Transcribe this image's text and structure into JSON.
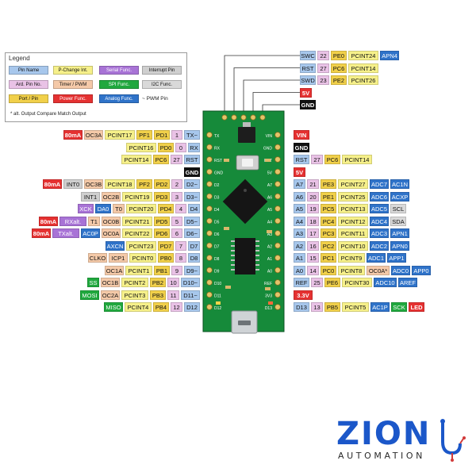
{
  "colors": {
    "pin_name": "#a7c7ec",
    "pin_change": "#f6f08a",
    "serial": "#a873d6",
    "interrupt": "#cfcfcf",
    "ard_pin": "#e9c2e6",
    "timer": "#f4c9a8",
    "spi": "#20a83e",
    "i2c": "#d9d9d9",
    "port": "#f1d04a",
    "power": "#e53131",
    "analog": "#2f73c9",
    "gnd": "#111111",
    "board_green": "#168a3a",
    "logo_blue": "#1b57c9"
  },
  "legend": {
    "title": "Legend",
    "note": "* alt. Output Compare Match Output",
    "items": [
      {
        "label": "Pin Name",
        "kind": "pin_name"
      },
      {
        "label": "P-Change Int.",
        "kind": "pin_change"
      },
      {
        "label": "Serial Func.",
        "kind": "serial"
      },
      {
        "label": "Interrupt Pin",
        "kind": "interrupt"
      },
      {
        "label": "Ard. Pin No.",
        "kind": "ard_pin"
      },
      {
        "label": "Timer / PWM",
        "kind": "timer"
      },
      {
        "label": "SPI Func.",
        "kind": "spi"
      },
      {
        "label": "I2C Func.",
        "kind": "i2c"
      },
      {
        "label": "Port / Pin",
        "kind": "port"
      },
      {
        "label": "Power Func.",
        "kind": "power"
      },
      {
        "label": "Analog Func.",
        "kind": "analog"
      },
      {
        "label": "~ PWM Pin",
        "kind": "text"
      }
    ]
  },
  "top_rows": [
    [
      {
        "t": "SWC",
        "k": "pin_name"
      },
      {
        "t": "22",
        "k": "ard_pin"
      },
      {
        "t": "PE0",
        "k": "port"
      },
      {
        "t": "PCINT24",
        "k": "pin_change"
      },
      {
        "t": "APN4",
        "k": "analog"
      }
    ],
    [
      {
        "t": "RST",
        "k": "pin_name"
      },
      {
        "t": "27",
        "k": "ard_pin"
      },
      {
        "t": "PC6",
        "k": "port"
      },
      {
        "t": "PCINT14",
        "k": "pin_change"
      }
    ],
    [
      {
        "t": "SWD",
        "k": "pin_name"
      },
      {
        "t": "23",
        "k": "ard_pin"
      },
      {
        "t": "PE2",
        "k": "port"
      },
      {
        "t": "PCINT26",
        "k": "pin_change"
      }
    ],
    [
      {
        "t": "5V",
        "k": "power"
      }
    ],
    [
      {
        "t": "GND",
        "k": "gnd"
      }
    ]
  ],
  "left_rows": [
    [
      {
        "t": "80mA",
        "k": "power"
      },
      {
        "t": "OC3A",
        "k": "timer"
      },
      {
        "t": "PCINT17",
        "k": "pin_change"
      },
      {
        "t": "PF1",
        "k": "port"
      },
      {
        "t": "PD1",
        "k": "port"
      },
      {
        "t": "1",
        "k": "ard_pin"
      },
      {
        "t": "TX~",
        "k": "pin_name"
      }
    ],
    [
      {
        "t": "PCINT16",
        "k": "pin_change"
      },
      {
        "t": "PD0",
        "k": "port"
      },
      {
        "t": "0",
        "k": "ard_pin"
      },
      {
        "t": "RX",
        "k": "pin_name"
      }
    ],
    [
      {
        "t": "PCINT14",
        "k": "pin_change"
      },
      {
        "t": "PC6",
        "k": "port"
      },
      {
        "t": "27",
        "k": "ard_pin"
      },
      {
        "t": "RST",
        "k": "pin_name"
      }
    ],
    [
      {
        "t": "GND",
        "k": "gnd"
      }
    ],
    [
      {
        "t": "80mA",
        "k": "power"
      },
      {
        "t": "INT0",
        "k": "interrupt"
      },
      {
        "t": "OC3B",
        "k": "timer"
      },
      {
        "t": "PCINT18",
        "k": "pin_change"
      },
      {
        "t": "PF2",
        "k": "port"
      },
      {
        "t": "PD2",
        "k": "port"
      },
      {
        "t": "2",
        "k": "ard_pin"
      },
      {
        "t": "D2~",
        "k": "pin_name"
      }
    ],
    [
      {
        "t": "INT1",
        "k": "interrupt"
      },
      {
        "t": "OC2B",
        "k": "timer"
      },
      {
        "t": "PCINT19",
        "k": "pin_change"
      },
      {
        "t": "PD3",
        "k": "port"
      },
      {
        "t": "3",
        "k": "ard_pin"
      },
      {
        "t": "D3~",
        "k": "pin_name"
      }
    ],
    [
      {
        "t": "XCK",
        "k": "serial"
      },
      {
        "t": "DA0",
        "k": "analog"
      },
      {
        "t": "T0",
        "k": "timer"
      },
      {
        "t": "PCINT20",
        "k": "pin_change"
      },
      {
        "t": "PD4",
        "k": "port"
      },
      {
        "t": "4",
        "k": "ard_pin"
      },
      {
        "t": "D4",
        "k": "pin_name"
      }
    ],
    [
      {
        "t": "80mA",
        "k": "power"
      },
      {
        "t": "RXalt.",
        "k": "serial"
      },
      {
        "t": "T1",
        "k": "timer"
      },
      {
        "t": "OC0B",
        "k": "timer"
      },
      {
        "t": "PCINT21",
        "k": "pin_change"
      },
      {
        "t": "PD5",
        "k": "port"
      },
      {
        "t": "5",
        "k": "ard_pin"
      },
      {
        "t": "D5~",
        "k": "pin_name"
      }
    ],
    [
      {
        "t": "80mA",
        "k": "power"
      },
      {
        "t": "TXalt.",
        "k": "serial"
      },
      {
        "t": "AC0P",
        "k": "analog"
      },
      {
        "t": "OC0A",
        "k": "timer"
      },
      {
        "t": "PCINT22",
        "k": "pin_change"
      },
      {
        "t": "PD6",
        "k": "port"
      },
      {
        "t": "6",
        "k": "ard_pin"
      },
      {
        "t": "D6~",
        "k": "pin_name"
      }
    ],
    [
      {
        "t": "AXCN",
        "k": "analog"
      },
      {
        "t": "PCINT23",
        "k": "pin_change"
      },
      {
        "t": "PD7",
        "k": "port"
      },
      {
        "t": "7",
        "k": "ard_pin"
      },
      {
        "t": "D7",
        "k": "pin_name"
      }
    ],
    [
      {
        "t": "CLKO",
        "k": "timer"
      },
      {
        "t": "ICP1",
        "k": "timer"
      },
      {
        "t": "PCINT0",
        "k": "pin_change"
      },
      {
        "t": "PB0",
        "k": "port"
      },
      {
        "t": "8",
        "k": "ard_pin"
      },
      {
        "t": "D8",
        "k": "pin_name"
      }
    ],
    [
      {
        "t": "OC1A",
        "k": "timer"
      },
      {
        "t": "PCINT1",
        "k": "pin_change"
      },
      {
        "t": "PB1",
        "k": "port"
      },
      {
        "t": "9",
        "k": "ard_pin"
      },
      {
        "t": "D9~",
        "k": "pin_name"
      }
    ],
    [
      {
        "t": "SS",
        "k": "spi"
      },
      {
        "t": "OC1B",
        "k": "timer"
      },
      {
        "t": "PCINT2",
        "k": "pin_change"
      },
      {
        "t": "PB2",
        "k": "port"
      },
      {
        "t": "10",
        "k": "ard_pin"
      },
      {
        "t": "D10~",
        "k": "pin_name"
      }
    ],
    [
      {
        "t": "MOSI",
        "k": "spi"
      },
      {
        "t": "OC2A",
        "k": "timer"
      },
      {
        "t": "PCINT3",
        "k": "pin_change"
      },
      {
        "t": "PB3",
        "k": "port"
      },
      {
        "t": "11",
        "k": "ard_pin"
      },
      {
        "t": "D11~",
        "k": "pin_name"
      }
    ],
    [
      {
        "t": "MISO",
        "k": "spi"
      },
      {
        "t": "PCINT4",
        "k": "pin_change"
      },
      {
        "t": "PB4",
        "k": "port"
      },
      {
        "t": "12",
        "k": "ard_pin"
      },
      {
        "t": "D12",
        "k": "pin_name"
      }
    ]
  ],
  "right_rows": [
    [
      {
        "t": "VIN",
        "k": "power"
      }
    ],
    [
      {
        "t": "GND",
        "k": "gnd"
      }
    ],
    [
      {
        "t": "RST",
        "k": "pin_name"
      },
      {
        "t": "27",
        "k": "ard_pin"
      },
      {
        "t": "PC6",
        "k": "port"
      },
      {
        "t": "PCINT14",
        "k": "pin_change"
      }
    ],
    [
      {
        "t": "5V",
        "k": "power"
      }
    ],
    [
      {
        "t": "A7",
        "k": "pin_name"
      },
      {
        "t": "21",
        "k": "ard_pin"
      },
      {
        "t": "PE3",
        "k": "port"
      },
      {
        "t": "PCINT27",
        "k": "pin_change"
      },
      {
        "t": "ADC7",
        "k": "analog"
      },
      {
        "t": "AC1N",
        "k": "analog"
      }
    ],
    [
      {
        "t": "A6",
        "k": "pin_name"
      },
      {
        "t": "20",
        "k": "ard_pin"
      },
      {
        "t": "PE1",
        "k": "port"
      },
      {
        "t": "PCINT25",
        "k": "pin_change"
      },
      {
        "t": "ADC6",
        "k": "analog"
      },
      {
        "t": "ACXP",
        "k": "analog"
      }
    ],
    [
      {
        "t": "A5",
        "k": "pin_name"
      },
      {
        "t": "19",
        "k": "ard_pin"
      },
      {
        "t": "PC5",
        "k": "port"
      },
      {
        "t": "PCINT13",
        "k": "pin_change"
      },
      {
        "t": "ADC5",
        "k": "analog"
      },
      {
        "t": "SCL",
        "k": "i2c"
      }
    ],
    [
      {
        "t": "A4",
        "k": "pin_name"
      },
      {
        "t": "18",
        "k": "ard_pin"
      },
      {
        "t": "PC4",
        "k": "port"
      },
      {
        "t": "PCINT12",
        "k": "pin_change"
      },
      {
        "t": "ADC4",
        "k": "analog"
      },
      {
        "t": "SDA",
        "k": "i2c"
      }
    ],
    [
      {
        "t": "A3",
        "k": "pin_name"
      },
      {
        "t": "17",
        "k": "ard_pin"
      },
      {
        "t": "PC3",
        "k": "port"
      },
      {
        "t": "PCINT11",
        "k": "pin_change"
      },
      {
        "t": "ADC3",
        "k": "analog"
      },
      {
        "t": "APN1",
        "k": "analog"
      }
    ],
    [
      {
        "t": "A2",
        "k": "pin_name"
      },
      {
        "t": "16",
        "k": "ard_pin"
      },
      {
        "t": "PC2",
        "k": "port"
      },
      {
        "t": "PCINT10",
        "k": "pin_change"
      },
      {
        "t": "ADC2",
        "k": "analog"
      },
      {
        "t": "APN0",
        "k": "analog"
      }
    ],
    [
      {
        "t": "A1",
        "k": "pin_name"
      },
      {
        "t": "15",
        "k": "ard_pin"
      },
      {
        "t": "PC1",
        "k": "port"
      },
      {
        "t": "PCINT9",
        "k": "pin_change"
      },
      {
        "t": "ADC1",
        "k": "analog"
      },
      {
        "t": "APP1",
        "k": "analog"
      }
    ],
    [
      {
        "t": "A0",
        "k": "pin_name"
      },
      {
        "t": "14",
        "k": "ard_pin"
      },
      {
        "t": "PC0",
        "k": "port"
      },
      {
        "t": "PCINT8",
        "k": "pin_change"
      },
      {
        "t": "OC0A*",
        "k": "timer"
      },
      {
        "t": "ADC0",
        "k": "analog"
      },
      {
        "t": "APP0",
        "k": "analog"
      }
    ],
    [
      {
        "t": "REF",
        "k": "pin_name"
      },
      {
        "t": "25",
        "k": "ard_pin"
      },
      {
        "t": "PE6",
        "k": "port"
      },
      {
        "t": "PCINT30",
        "k": "pin_change"
      },
      {
        "t": "ADC10",
        "k": "analog"
      },
      {
        "t": "AREF",
        "k": "analog"
      }
    ],
    [
      {
        "t": "3.3V",
        "k": "power"
      }
    ],
    [
      {
        "t": "D13",
        "k": "pin_name"
      },
      {
        "t": "13",
        "k": "ard_pin"
      },
      {
        "t": "PB5",
        "k": "port"
      },
      {
        "t": "PCINT5",
        "k": "pin_change"
      },
      {
        "t": "AC1P",
        "k": "analog"
      },
      {
        "t": "SCK",
        "k": "spi"
      },
      {
        "t": "LED",
        "k": "power"
      }
    ]
  ],
  "board": {
    "left_silk": [
      "TX",
      "RX",
      "RST",
      "GND",
      "D2",
      "D3",
      "D4",
      "D5",
      "D6",
      "D7",
      "D8",
      "D9",
      "D10",
      "D11",
      "D12"
    ],
    "right_silk": [
      "VIN",
      "GND",
      "RST",
      "5V",
      "A7",
      "A6",
      "A5",
      "A4",
      "A3",
      "A2",
      "A1",
      "A0",
      "REF",
      "3V3",
      "D13"
    ]
  },
  "logo": {
    "brand": "ZION",
    "tagline": "AUTOMATION"
  }
}
